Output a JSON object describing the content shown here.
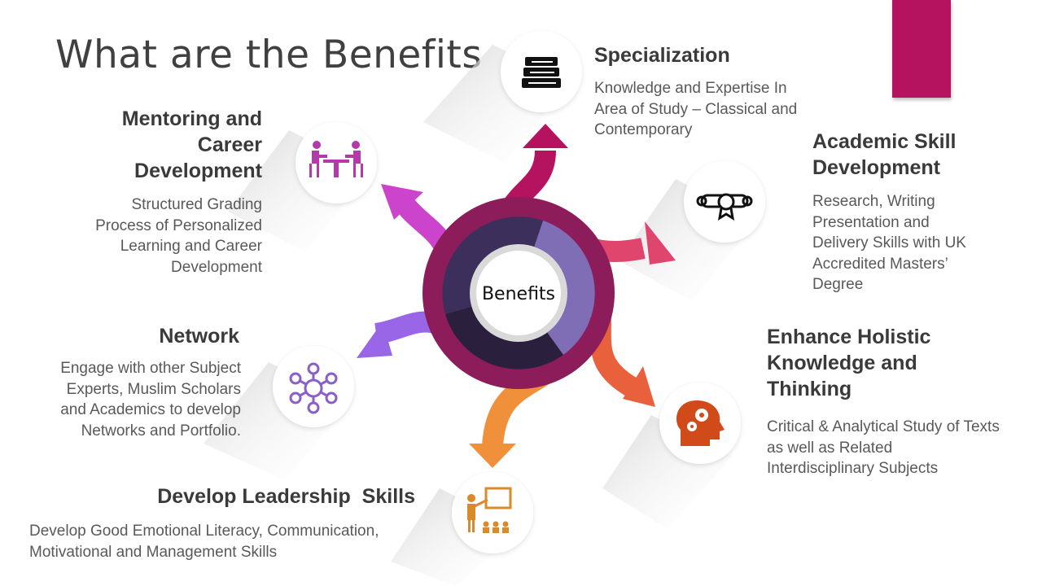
{
  "title": "What are the Benefits",
  "hub": {
    "label": "Benefits"
  },
  "colors": {
    "accent_bar": "#b5135f",
    "specialization": "#b5135f",
    "academic": "#e0456d",
    "holistic": "#e8603c",
    "leadership": "#f0903a",
    "network": "#9966e8",
    "mentoring": "#cc44cc",
    "ring_dark": "#2f2447",
    "ring_light": "#7f6db5"
  },
  "benefits": [
    {
      "id": "specialization",
      "icon": "books-icon",
      "heading": "Specialization",
      "description": "Knowledge and Expertise In Area of Study – Classical and Contemporary"
    },
    {
      "id": "academic-skill",
      "icon": "diploma-scroll-icon",
      "heading": "Academic Skill Development",
      "description": "Research, Writing Presentation and Delivery Skills with UK Accredited Masters’ Degree"
    },
    {
      "id": "holistic-knowledge",
      "icon": "head-gears-icon",
      "heading": "Enhance Holistic Knowledge and Thinking",
      "description": "Critical & Analytical Study of Texts as well as Related Interdisciplinary Subjects"
    },
    {
      "id": "leadership",
      "icon": "presenter-icon",
      "heading": "Develop Leadership  Skills",
      "description": "Develop Good Emotional Literacy, Communication, Motivational and Management Skills"
    },
    {
      "id": "network",
      "icon": "network-icon",
      "heading": "Network",
      "description": "Engage with other Subject Experts, Muslim Scholars and Academics to develop Networks and Portfolio."
    },
    {
      "id": "mentoring",
      "icon": "meeting-table-icon",
      "heading": "Mentoring and Career Development",
      "description": "Structured Grading Process of Personalized Learning and Career Development"
    }
  ]
}
